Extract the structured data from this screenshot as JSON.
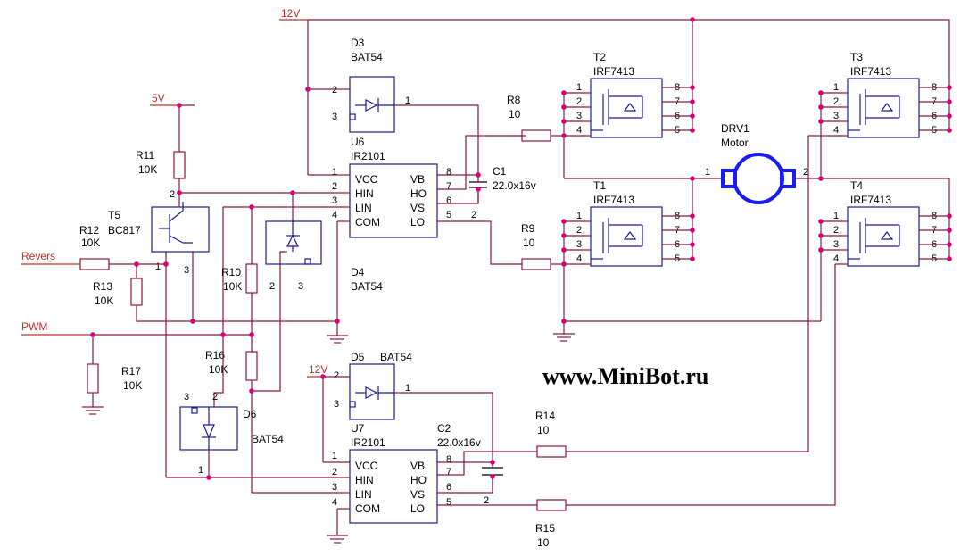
{
  "nets": {
    "v12_top": "12V",
    "v12_low": "12V",
    "v5": "5V",
    "revers": "Revers",
    "pwm": "PWM"
  },
  "watermark": "www.MiniBot.ru",
  "motor": {
    "ref": "DRV1",
    "value": "Motor",
    "pin1": "1",
    "pin2": "2"
  },
  "drivers": [
    {
      "ref": "U6",
      "value": "IR2101",
      "pins_left": [
        "VCC",
        "HIN",
        "LIN",
        "COM"
      ],
      "pins_right": [
        "VB",
        "HO",
        "VS",
        "LO"
      ],
      "nums_left": [
        "1",
        "2",
        "3",
        "4"
      ],
      "nums_right": [
        "8",
        "7",
        "6",
        "5"
      ]
    },
    {
      "ref": "U7",
      "value": "IR2101",
      "pins_left": [
        "VCC",
        "HIN",
        "LIN",
        "COM"
      ],
      "pins_right": [
        "VB",
        "HO",
        "VS",
        "LO"
      ],
      "nums_left": [
        "1",
        "2",
        "3",
        "4"
      ],
      "nums_right": [
        "8",
        "7",
        "6",
        "5"
      ]
    }
  ],
  "mosfets": [
    {
      "ref": "T2",
      "value": "IRF7413"
    },
    {
      "ref": "T1",
      "value": "IRF7413"
    },
    {
      "ref": "T3",
      "value": "IRF7413"
    },
    {
      "ref": "T4",
      "value": "IRF7413"
    }
  ],
  "mosfet_pins": {
    "left": [
      "1",
      "2",
      "3",
      "4"
    ],
    "right": [
      "8",
      "7",
      "6",
      "5"
    ]
  },
  "diodes": [
    {
      "ref": "D3",
      "value": "BAT54"
    },
    {
      "ref": "D4",
      "value": "BAT54"
    },
    {
      "ref": "D5",
      "value": "BAT54"
    },
    {
      "ref": "D6",
      "value": "BAT54"
    }
  ],
  "diode_pins": {
    "a": "1",
    "b": "2",
    "c": "3"
  },
  "capacitors": [
    {
      "ref": "C1",
      "value": "22.0x16v"
    },
    {
      "ref": "C2",
      "value": "22.0x16v"
    }
  ],
  "resistors": [
    {
      "ref": "R8",
      "value": "10"
    },
    {
      "ref": "R9",
      "value": "10"
    },
    {
      "ref": "R14",
      "value": "10"
    },
    {
      "ref": "R15",
      "value": "10"
    },
    {
      "ref": "R11",
      "value": "10K"
    },
    {
      "ref": "R12",
      "value": "10K"
    },
    {
      "ref": "R13",
      "value": "10K"
    },
    {
      "ref": "R10",
      "value": "10K"
    },
    {
      "ref": "R16",
      "value": "10K"
    },
    {
      "ref": "R17",
      "value": "10K"
    }
  ],
  "transistor": {
    "ref": "T5",
    "value": "BC817",
    "pin1": "1",
    "pin2": "2",
    "pin3": "3"
  }
}
